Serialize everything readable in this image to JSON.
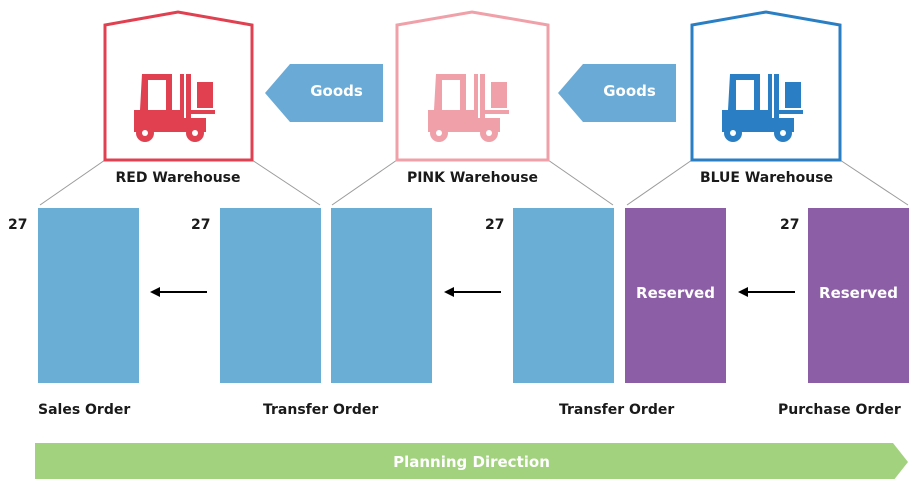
{
  "warehouses": [
    {
      "id": "red",
      "label": "RED Warehouse",
      "color": "#e04050",
      "icon": "forklift-icon"
    },
    {
      "id": "pink",
      "label": "PINK Warehouse",
      "color": "#f0a0a8",
      "icon": "forklift-icon"
    },
    {
      "id": "blue",
      "label": "BLUE Warehouse",
      "color": "#2a7fc4",
      "icon": "forklift-icon"
    }
  ],
  "goods_arrows": [
    {
      "label": "Goods",
      "color": "#6aaad6"
    },
    {
      "label": "Goods",
      "color": "#6aaad6"
    }
  ],
  "documents": [
    {
      "label": "Sales Order",
      "quantity": "27",
      "status": "",
      "color": "#6aaed6"
    },
    {
      "label": "Transfer Order",
      "quantity": "27",
      "status": "",
      "color": "#6aaed6"
    },
    {
      "label": "",
      "quantity": "",
      "status": "",
      "color": "#6aaed6"
    },
    {
      "label": "Transfer Order",
      "quantity": "27",
      "status": "",
      "color": "#6aaed6"
    },
    {
      "label": "",
      "quantity": "",
      "status": "Reserved",
      "color": "#8b5ea6"
    },
    {
      "label": "Purchase Order",
      "quantity": "27",
      "status": "Reserved",
      "color": "#8b5ea6"
    }
  ],
  "planning_direction": {
    "label": "Planning Direction",
    "color": "#a3d27f"
  },
  "colors": {
    "connector": "#9a9a9a",
    "arrow": "#000000"
  }
}
